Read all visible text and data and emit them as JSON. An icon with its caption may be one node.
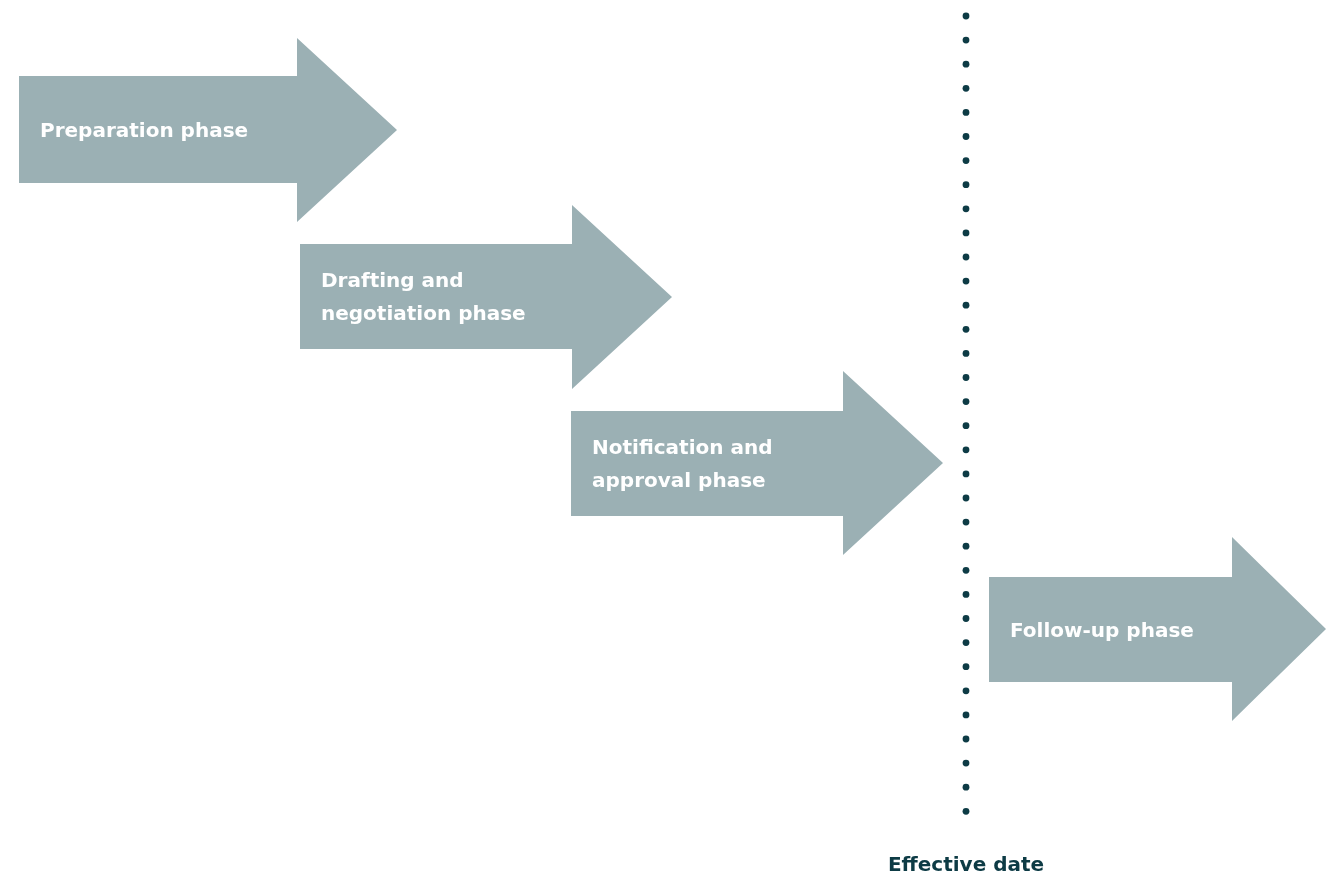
{
  "diagram": {
    "nodes": [
      {
        "text": [
          "Preparation phase"
        ]
      },
      {
        "text": [
          "Drafting and negotiation phase"
        ]
      },
      {
        "text": [
          "Notification and approval phase"
        ]
      },
      {
        "text": [
          "Follow-up phase"
        ]
      }
    ],
    "labels": [
      "Effective date"
    ]
  }
}
